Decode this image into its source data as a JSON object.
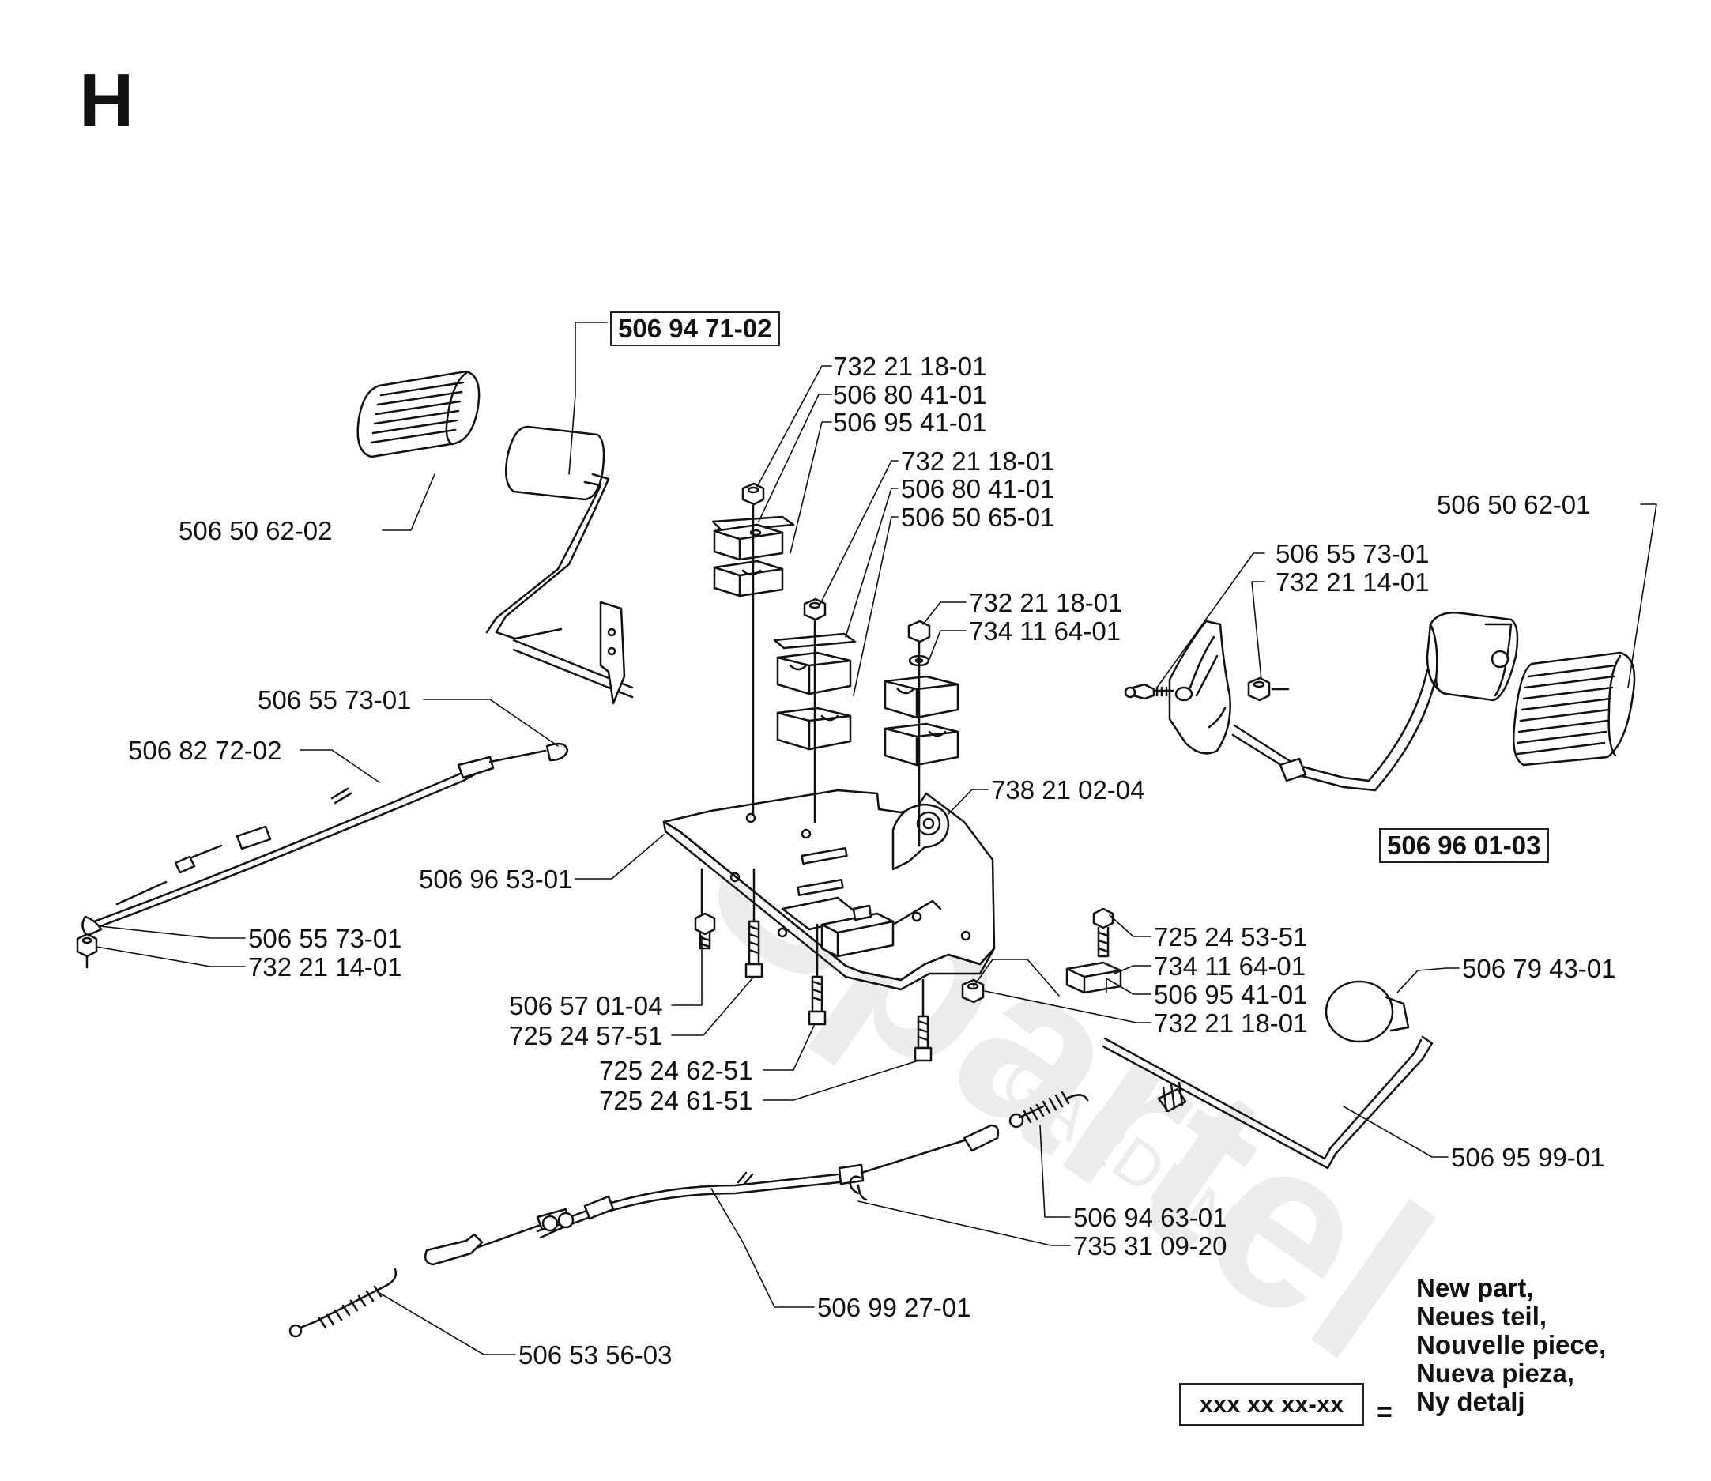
{
  "section_letter": "H",
  "watermark": {
    "text": "Spartel",
    "subtext": "GARDEN"
  },
  "labels": {
    "new_top": "506 94 71-02",
    "new_right": "506 96 01-03",
    "l_732_a": "732 21 18-01",
    "l_506_80_a": "506 80 41-01",
    "l_506_95_a": "506 95 41-01",
    "l_732_b": "732 21 18-01",
    "l_506_80_b": "506 80 41-01",
    "l_506_50_65": "506 50 65-01",
    "l_732_c": "732 21 18-01",
    "l_734_a": "734 11 64-01",
    "l_506_50_62_02": "506 50 62-02",
    "l_506_50_62_01": "506 50 62-01",
    "l_506_55_73_r": "506 55 73-01",
    "l_732_21_14_r": "732 21 14-01",
    "l_506_55_73_top": "506 55 73-01",
    "l_506_82_72": "506 82 72-02",
    "l_738": "738 21 02-04",
    "l_506_96_53": "506 96 53-01",
    "l_506_55_73_bot": "506 55 73-01",
    "l_732_21_14_l": "732 21 14-01",
    "l_725_53": "725 24 53-51",
    "l_734_b": "734 11 64-01",
    "l_506_95_41_b": "506 95 41-01",
    "l_732_d": "732 21 18-01",
    "l_506_79": "506 79 43-01",
    "l_506_57": "506 57 01-04",
    "l_725_57": "725 24 57-51",
    "l_725_62": "725 24 62-51",
    "l_725_61": "725 24 61-51",
    "l_506_95_99": "506 95 99-01",
    "l_506_94_63": "506 94 63-01",
    "l_735": "735 31 09-20",
    "l_506_99_27": "506 99 27-01",
    "l_506_53_56": "506 53 56-03"
  },
  "legend": {
    "lines": [
      "New part,",
      "Neues teil,",
      "Nouvelle piece,",
      "Nueva pieza,",
      "Ny detalj"
    ],
    "box_text": "xxx xx xx-xx",
    "equals": "="
  }
}
